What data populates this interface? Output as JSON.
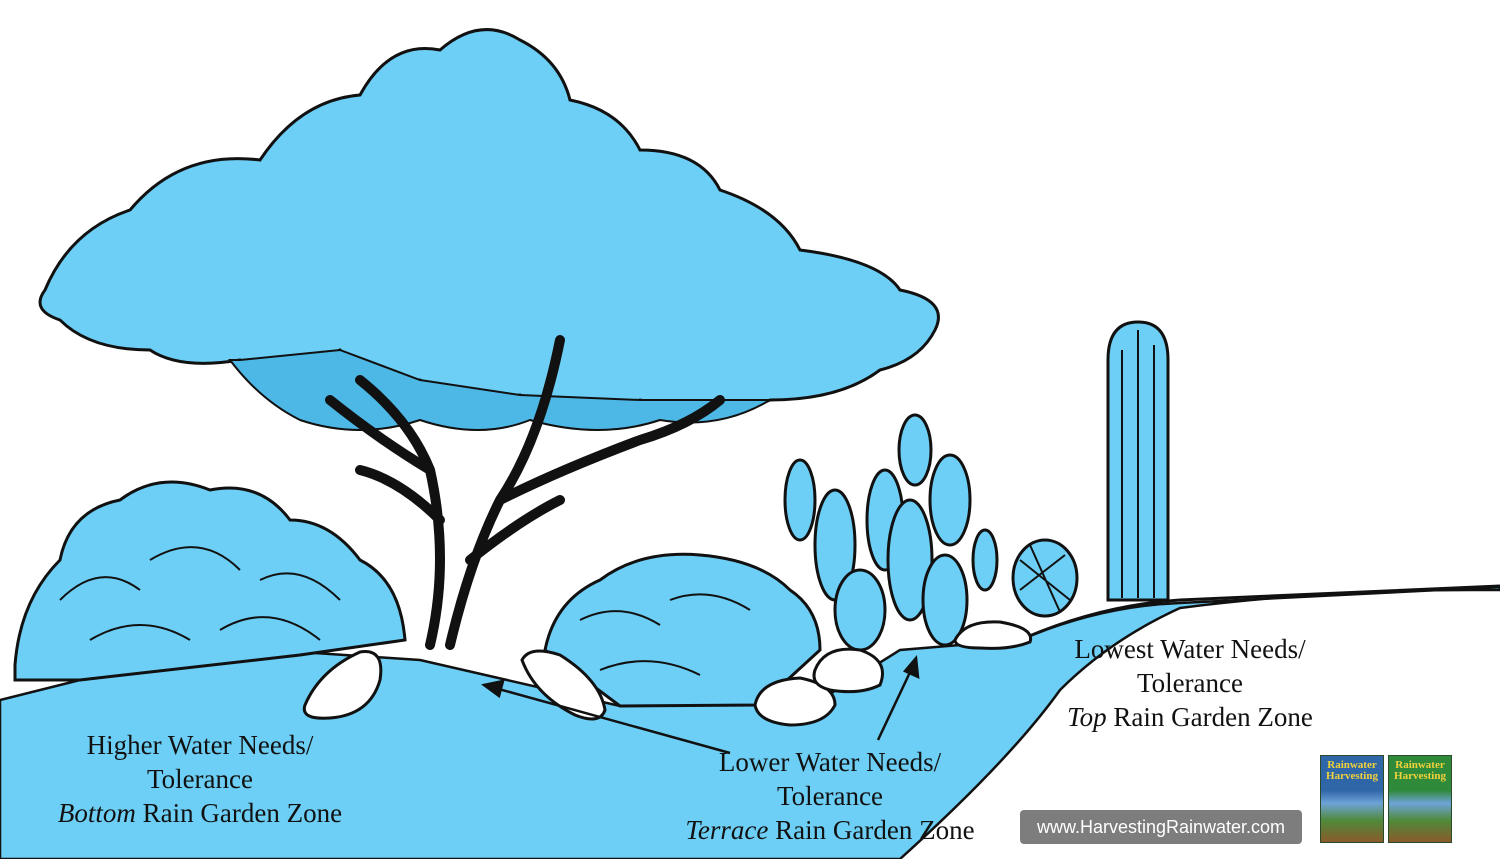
{
  "colors": {
    "water": "#6dcff6",
    "ink": "#111111",
    "badge": "#7d7d7d",
    "rock": "#ffffff"
  },
  "labels": {
    "bottom": {
      "line1": "Higher Water Needs/",
      "line2": "Tolerance",
      "line3_italic": "Bottom",
      "line3_rest": " Rain Garden Zone"
    },
    "terrace": {
      "line1": "Lower Water Needs/",
      "line2": "Tolerance",
      "line3_italic": "Terrace",
      "line3_rest": " Rain Garden Zone"
    },
    "top": {
      "line1": "Lowest Water Needs/",
      "line2": "Tolerance",
      "line3_italic": "Top",
      "line3_rest": " Rain Garden Zone"
    }
  },
  "website": "www.HarvestingRainwater.com",
  "books": [
    {
      "title_line1": "Rainwater",
      "title_line2": "Harvesting"
    },
    {
      "title_line1": "Rainwater",
      "title_line2": "Harvesting"
    }
  ],
  "icons": [
    "desert-tree-icon",
    "shrub-icon",
    "prickly-pear-cactus-icon",
    "barrel-cactus-icon",
    "columnar-cactus-icon",
    "rock-icon",
    "arrow-icon"
  ]
}
